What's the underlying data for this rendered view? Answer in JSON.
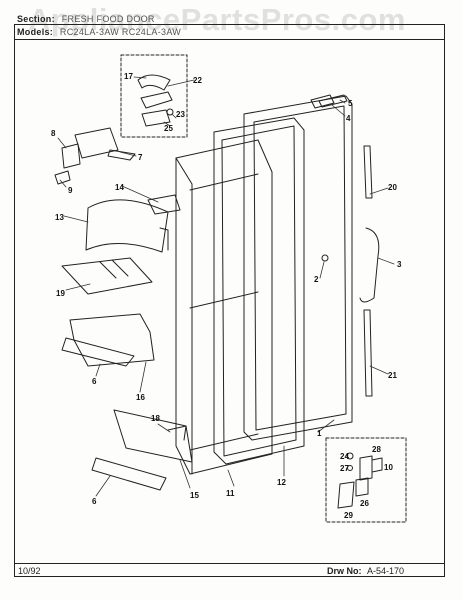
{
  "header": {
    "section_label": "Section:",
    "section_value": "FRESH FOOD DOOR",
    "models_label": "Models:",
    "models_value": "RC24LA-3AW   RC24LA-3AW"
  },
  "watermark": "AppliancePartsPros.com",
  "footer": {
    "date": "10/92",
    "drawing_label": "Drw No:",
    "drawing_number": "A-54-170"
  },
  "callouts": [
    "1",
    "2",
    "3",
    "4",
    "5",
    "6",
    "6",
    "7",
    "8",
    "9",
    "10",
    "11",
    "12",
    "13",
    "14",
    "15",
    "16",
    "17",
    "18",
    "19",
    "20",
    "21",
    "22",
    "23",
    "24",
    "25",
    "26",
    "27",
    "28",
    "29"
  ],
  "colors": {
    "ink": "#222222",
    "paper": "#fdfdfb",
    "watermark": "#969696"
  }
}
